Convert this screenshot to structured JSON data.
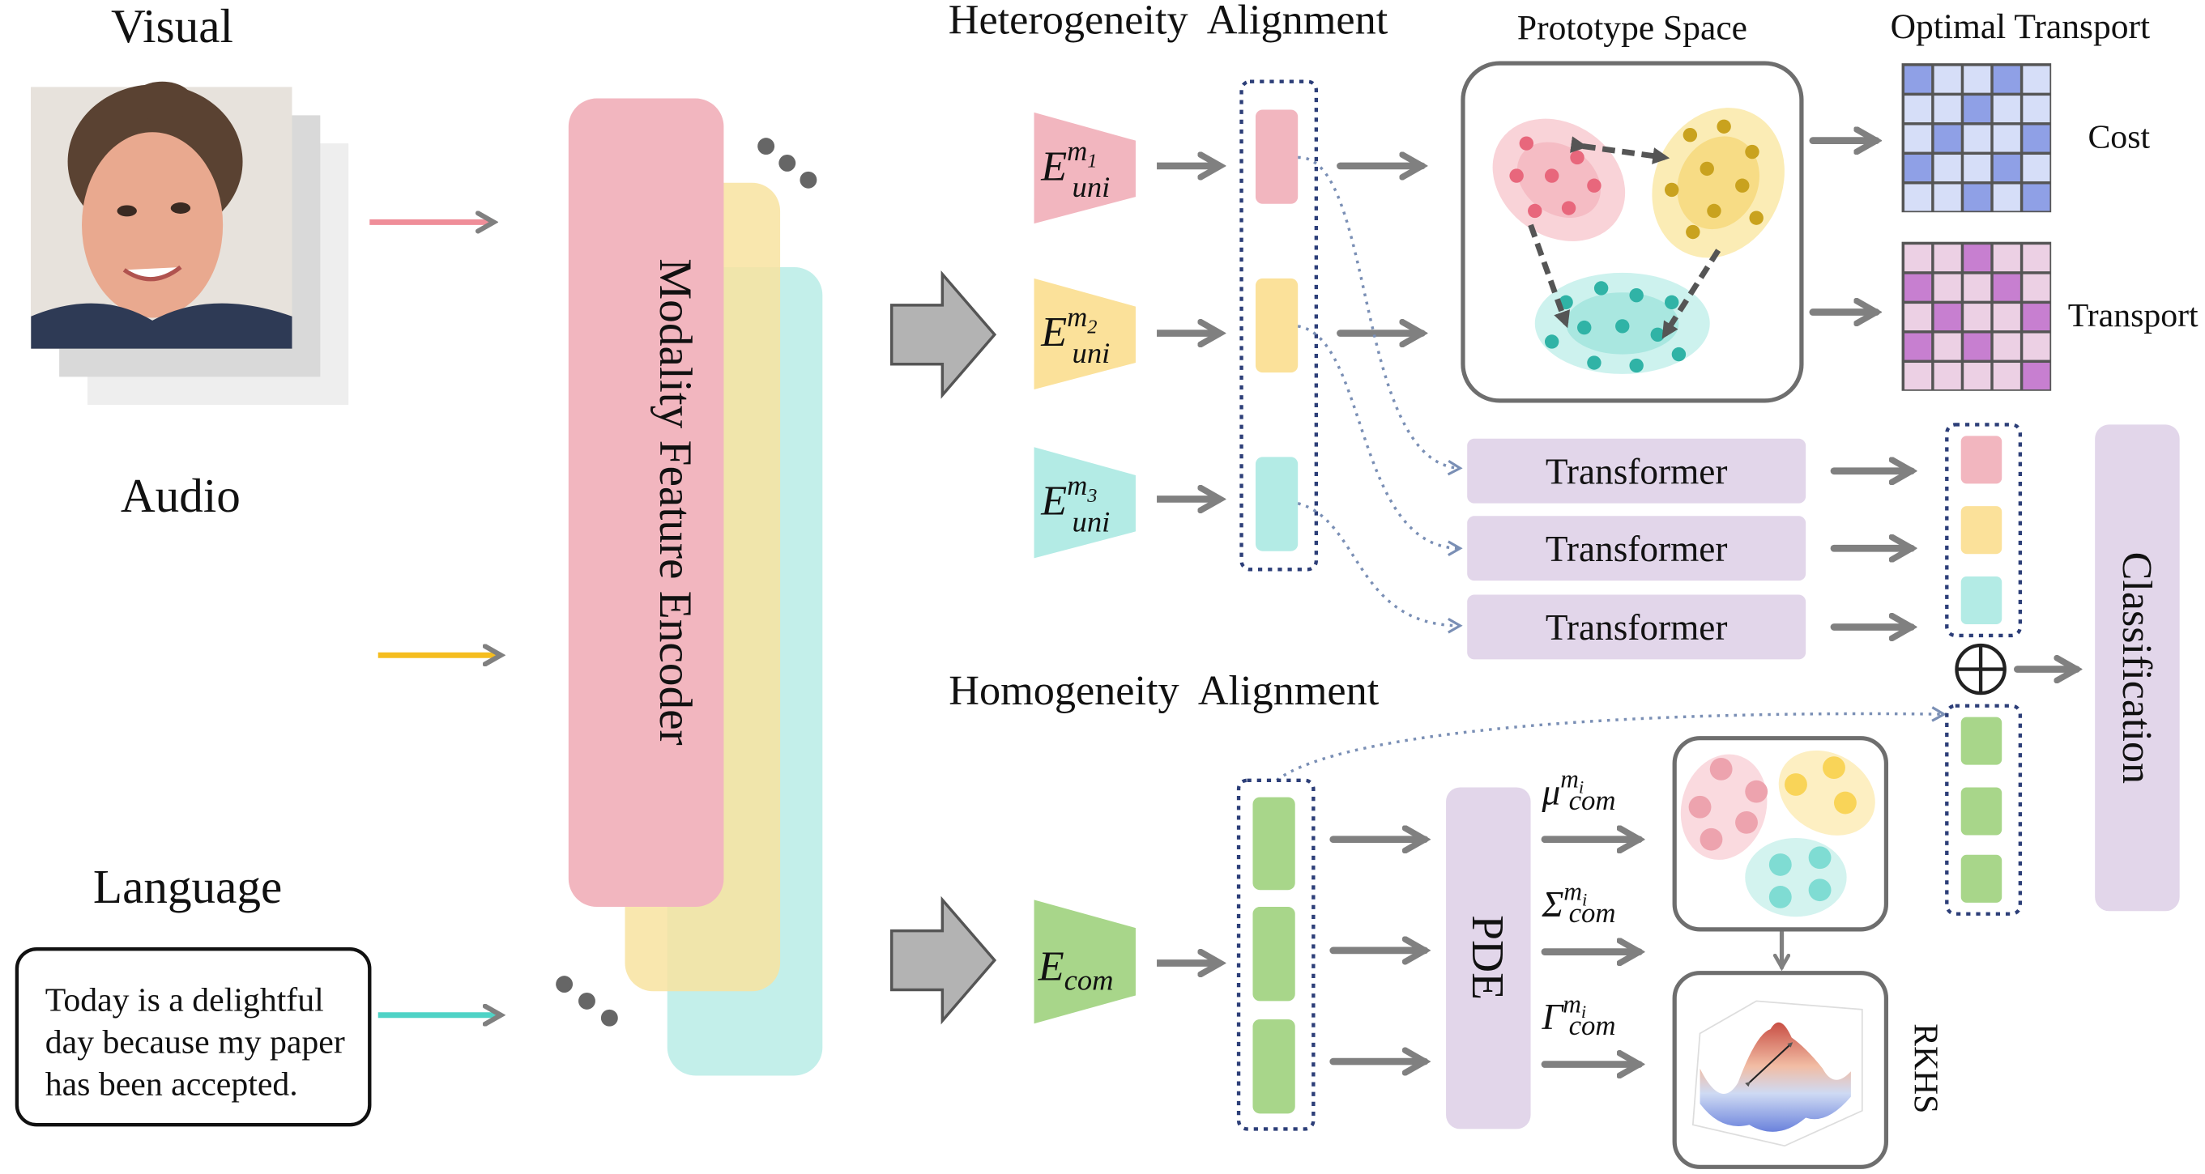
{
  "inputs": {
    "visual_label": "Visual",
    "audio_label": "Audio",
    "language_label": "Language",
    "language_text": [
      "Today is a delightful",
      "day because my paper",
      "has been accepted."
    ]
  },
  "encoder": {
    "label": "Modality Feature Encoder",
    "ellipsis": "..."
  },
  "heterogeneity": {
    "title": "Heterogeneity  Alignment",
    "encoders": [
      {
        "base": "E",
        "sup": "m",
        "sup_sub": "1",
        "sub": "uni"
      },
      {
        "base": "E",
        "sup": "m",
        "sup_sub": "2",
        "sub": "uni"
      },
      {
        "base": "E",
        "sup": "m",
        "sup_sub": "3",
        "sub": "uni"
      }
    ],
    "prototype_space_label": "Prototype Space",
    "optimal_transport_label": "Optimal Transport",
    "cost_label": "Cost",
    "transport_label": "Transport",
    "transformers": [
      "Transformer",
      "Transformer",
      "Transformer"
    ]
  },
  "homogeneity": {
    "title": "Homogeneity  Alignment",
    "encoder": {
      "base": "E",
      "sub": "com"
    },
    "pde_label": "PDE",
    "params": [
      {
        "base": "μ",
        "sup": "m",
        "sup_sub": "i",
        "sub": "com"
      },
      {
        "base": "Σ",
        "sup": "m",
        "sup_sub": "i",
        "sub": "com"
      },
      {
        "base": "Γ",
        "sup": "m",
        "sup_sub": "i",
        "sub": "com"
      }
    ],
    "rkhs_label": "RKHS"
  },
  "fusion_symbol": "⊕",
  "classification_label": "Classification",
  "colors": {
    "pink": "#f2b6c0",
    "yellow": "#fbe6a2",
    "teal": "#b3ebe5",
    "green": "#a8d68a",
    "lavender": "#e2d6ea",
    "arrow_gray": "#808080",
    "dotted_blue": "#4a5f8c"
  }
}
